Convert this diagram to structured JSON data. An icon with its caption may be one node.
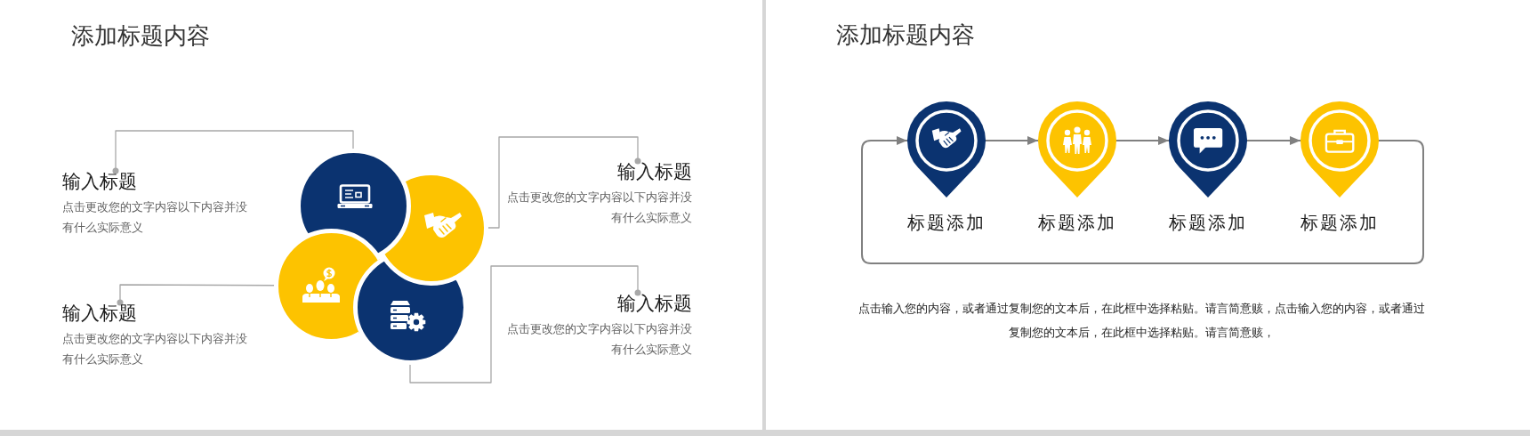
{
  "diagram": {
    "title": "添加标题内容",
    "nodes": [
      {
        "text": [
          "输入标题",
          "点击更改您的文字内容以下内容并没有什么实际意义"
        ]
      },
      {
        "text": [],
        "shape": "circle"
      },
      {
        "text": [],
        "shape": "circle"
      },
      {
        "text": [
          "输入标题",
          "点击更改您的文字内容以下内容并没有什么实际意义"
        ]
      },
      {
        "text": [
          "输入标题",
          "点击更改您的文字内容以下内容并没有什么实际意义"
        ]
      },
      {
        "text": [],
        "shape": "circle"
      },
      {
        "text": [],
        "shape": "circle"
      },
      {
        "text": [
          "输入标题",
          "点击更改您的文字内容以下内容并没有什么实际意义"
        ]
      },
      {
        "text": [
          "标题添加"
        ]
      },
      {
        "text": [
          "标题添加"
        ]
      },
      {
        "text": [
          "标题添加"
        ]
      },
      {
        "text": [
          "标题添加"
        ]
      }
    ],
    "edges": [
      {
        "from": 0,
        "to": 1,
        "arrow": "other"
      },
      {
        "from": 3,
        "to": 2,
        "arrow": "other"
      },
      {
        "from": 4,
        "to": 5,
        "arrow": "other"
      },
      {
        "from": 7,
        "to": 6,
        "arrow": "other"
      },
      {
        "from": 8,
        "to": 9,
        "arrow": "to"
      },
      {
        "from": 9,
        "to": 10,
        "arrow": "to"
      },
      {
        "from": 10,
        "to": 11,
        "arrow": "to"
      },
      {
        "from": 11,
        "to": 8,
        "arrow": "to"
      }
    ],
    "labels": [
      "添加标题内容",
      "点击输入您的内容，或者通过复制您的文本后，在此框中选择粘贴。请言简意赅，点击输入您的内容，或者通过复制您的文本后，在此框中选择粘贴。请言简意赅，"
    ]
  }
}
